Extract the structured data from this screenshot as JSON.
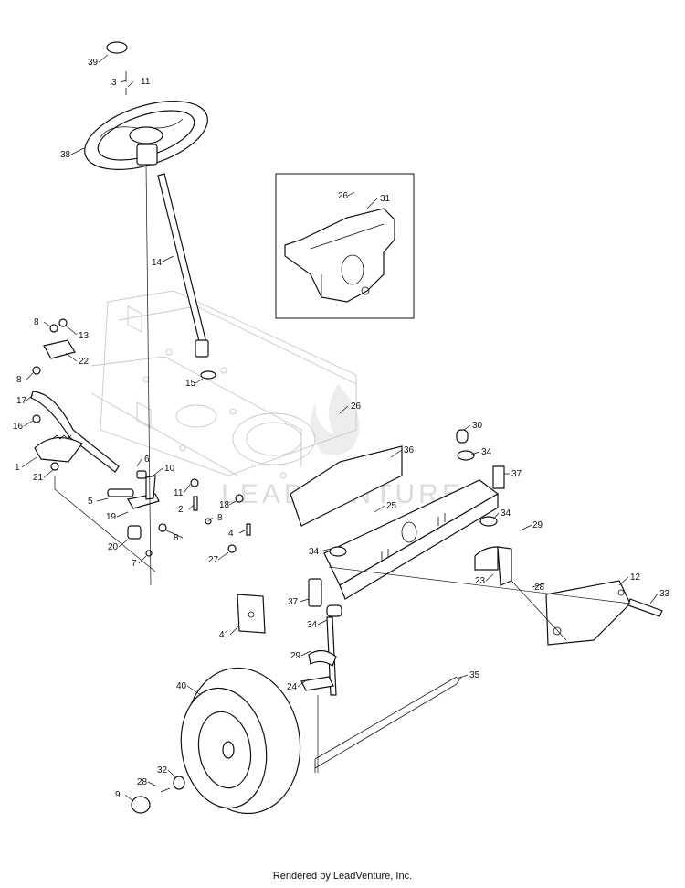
{
  "footer": "Rendered by LeadVenture, Inc.",
  "watermark": "LEADVENTURE",
  "callouts": [
    "39",
    "3",
    "11",
    "38",
    "14",
    "26",
    "31",
    "8",
    "13",
    "22",
    "8",
    "15",
    "17",
    "16",
    "1",
    "21",
    "6",
    "10",
    "5",
    "19",
    "20",
    "7",
    "11",
    "2",
    "8",
    "8",
    "18",
    "4",
    "27",
    "26",
    "30",
    "34",
    "37",
    "36",
    "25",
    "34",
    "29",
    "34",
    "23",
    "28",
    "12",
    "33",
    "37",
    "41",
    "34",
    "29",
    "24",
    "35",
    "40",
    "32",
    "28",
    "9"
  ]
}
